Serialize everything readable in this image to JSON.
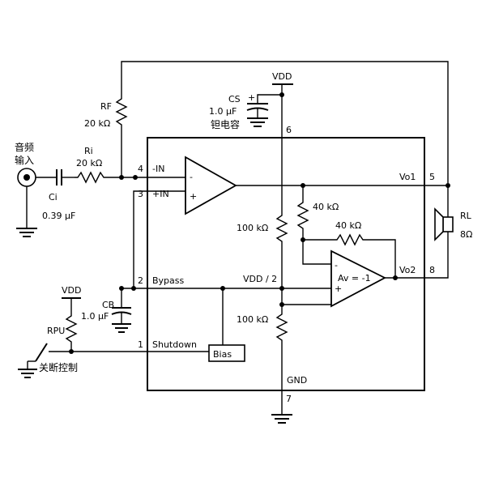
{
  "components": {
    "vdd_top": "VDD",
    "cs_name": "CS",
    "cs_value": "1.0 μF",
    "cs_type": "钽电容",
    "rf_name": "RF",
    "rf_value": "20 kΩ",
    "input_label_line1": "音频",
    "input_label_line2": "输入",
    "ri_name": "Ri",
    "ri_value": "20 kΩ",
    "ci_name": "Ci",
    "ci_value": "0.39 μF",
    "cb_name": "CB",
    "cb_value": "1.0 μF",
    "vdd_left": "VDD",
    "rpu_name": "RPU",
    "shutdown_control": "关断控制",
    "r_40k_top": "40 kΩ",
    "r_40k_fb": "40 kΩ",
    "r_100k_top": "100 kΩ",
    "r_100k_bottom": "100 kΩ",
    "vdd_half": "VDD / 2",
    "gain_label": "Av = -1",
    "bias_label": "Bias",
    "gnd_label": "GND",
    "rl_name": "RL",
    "rl_value": "8Ω"
  },
  "pins": {
    "p4_num": "4",
    "p4_label": "-IN",
    "p3_num": "3",
    "p3_label": "+IN",
    "p2_num": "2",
    "p2_label": "Bypass",
    "p1_num": "1",
    "p1_label": "Shutdown",
    "p6_num": "6",
    "p7_num": "7",
    "p5_num": "5",
    "p5_label": "Vo1",
    "p8_num": "8",
    "p8_label": "Vo2"
  },
  "opamp_signs": {
    "minus": "-",
    "plus": "+"
  }
}
